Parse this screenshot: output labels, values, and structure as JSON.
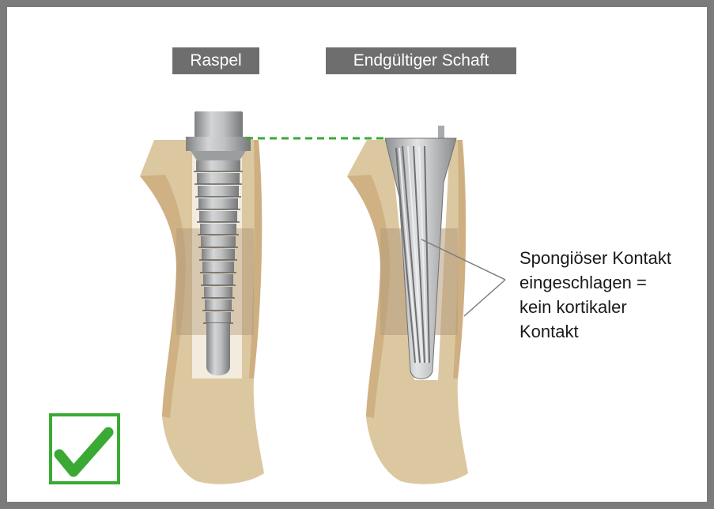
{
  "labels": {
    "rasp": "Raspel",
    "final_stem": "Endgültiger Schaft"
  },
  "annotation": {
    "lines": [
      "Spongiöser Kontakt",
      "eingeschlagen =",
      "kein kortikaler",
      "Kontakt"
    ]
  },
  "colors": {
    "frame": "#7b7b7b",
    "label_bg": "#6e6e6e",
    "bone": "#dcc8a0",
    "cortex": "#cba97a",
    "cancellous_dark": "#b59a7c",
    "metal": "#a9aaac",
    "reference_line": "#3aaa35",
    "checkmark": "#3aaa35"
  },
  "icons": {
    "success": "checkmark-icon"
  }
}
